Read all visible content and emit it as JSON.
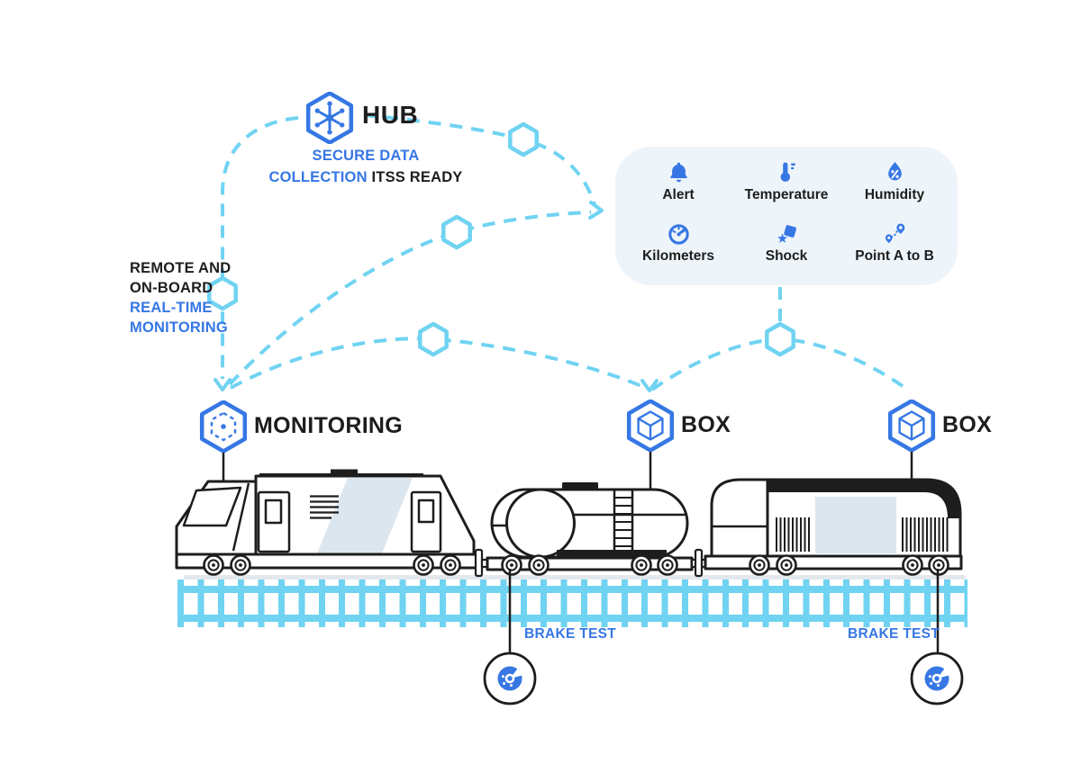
{
  "colors": {
    "accent_blue": "#3677e4",
    "sky_blue": "#70d3f2",
    "ink": "#1d1d1d",
    "panel_bg": "#edf4fa",
    "train_grey": "#dce6ee",
    "shadow_grey": "#e3e8ec"
  },
  "hub": {
    "title": "HUB",
    "subtitle_line1": "SECURE DATA",
    "subtitle_blue2": "COLLECTION",
    "subtitle_dark2": "ITSS READY"
  },
  "remote_note": {
    "line1": "REMOTE AND",
    "line2": "ON-BOARD",
    "line3": "REAL-TIME",
    "line4": "MONITORING"
  },
  "train_nodes": {
    "monitoring": "MONITORING",
    "box_front": "BOX",
    "box_rear": "BOX"
  },
  "sensor_panel": {
    "items": [
      {
        "icon": "alert-icon",
        "label": "Alert"
      },
      {
        "icon": "temperature-icon",
        "label": "Temperature"
      },
      {
        "icon": "humidity-icon",
        "label": "Humidity"
      },
      {
        "icon": "kilometers-icon",
        "label": "Kilometers"
      },
      {
        "icon": "shock-icon",
        "label": "Shock"
      },
      {
        "icon": "point-a-to-b-icon",
        "label": "Point A to B"
      }
    ]
  },
  "brake_tests": {
    "front": "BRAKE TEST",
    "rear": "BRAKE TEST"
  }
}
